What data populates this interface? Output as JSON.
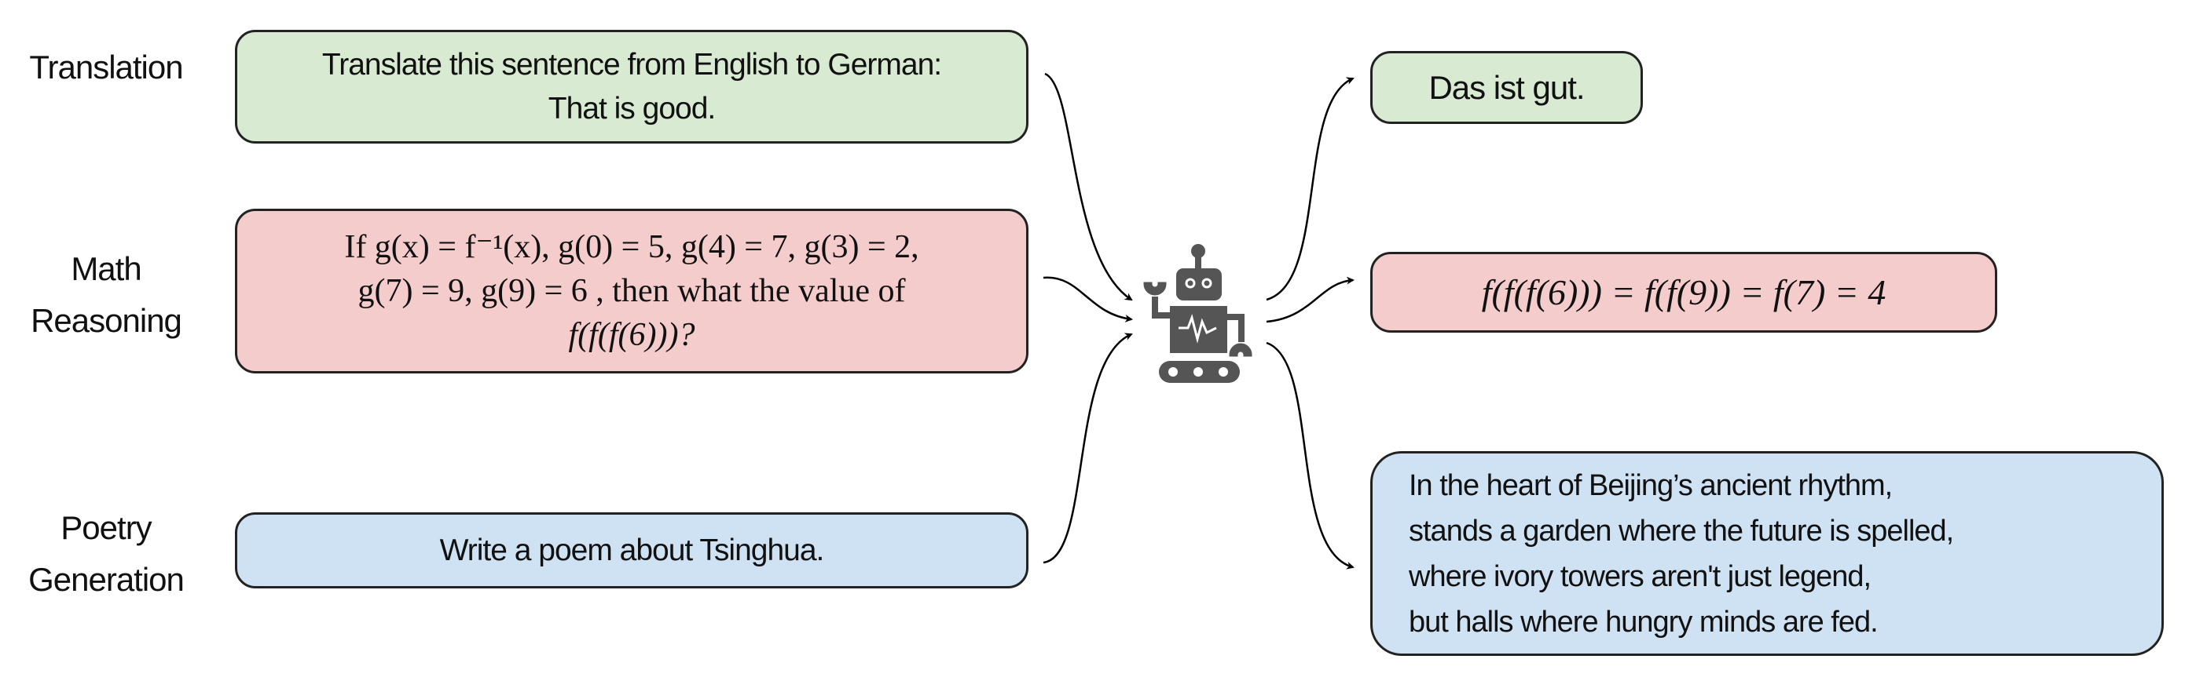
{
  "tasks": [
    {
      "label_lines": [
        "Translation"
      ],
      "input_lines": [
        "Translate this sentence from English to German:",
        "That is good."
      ],
      "output_lines": [
        "Das ist gut."
      ],
      "color": "#d9ead3"
    },
    {
      "label_lines": [
        "Math",
        "Reasoning"
      ],
      "input_lines": [
        "If g(x) = f⁻¹(x), g(0) = 5, g(4) = 7, g(3) = 2,",
        "g(7) = 9, g(9) = 6 , then what the value of",
        "f(f(f(6)))?"
      ],
      "output_lines": [
        "f(f(f(6))) = f(f(9)) = f(7) = 4"
      ],
      "color": "#f4cccc"
    },
    {
      "label_lines": [
        "Poetry",
        "Generation"
      ],
      "input_lines": [
        "Write a poem about Tsinghua."
      ],
      "output_lines": [
        "In the heart of Beijing’s ancient rhythm,",
        "stands a garden where the future is spelled,",
        "where ivory towers aren't just legend,",
        "but halls where hungry minds are fed."
      ],
      "color": "#cfe2f3"
    }
  ],
  "center_icon": "robot-icon",
  "icon_color": "#555555"
}
